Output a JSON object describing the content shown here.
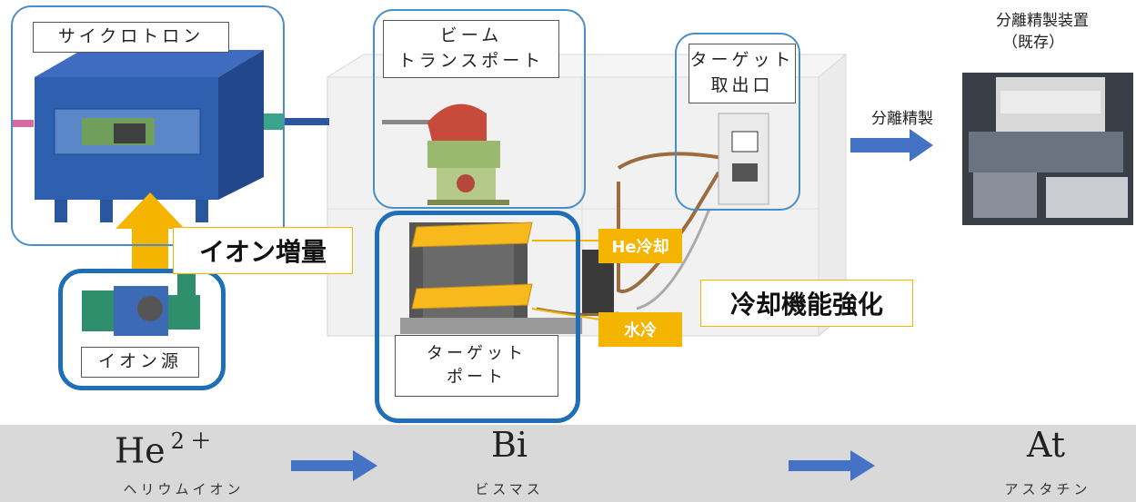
{
  "components": {
    "cyclotron": "サイクロトロン",
    "beam_transport": "ビーム\nトランスポート",
    "target_outlet": "ターゲット\n取出口",
    "ion_source": "イオン源",
    "target_port": "ターゲット\nポート"
  },
  "enhancements": {
    "ion_increase": "イオン増量",
    "he_cooling": "He冷却",
    "water_cooling": "水冷",
    "cooling_enhancement": "冷却機能強化"
  },
  "separation": {
    "process_label": "分離精製",
    "device_title": "分離精製装置",
    "device_note": "（既存）"
  },
  "reaction": {
    "projectile_symbol": "He",
    "projectile_charge": "2＋",
    "projectile_name": "ヘリウムイオン",
    "target_symbol": "Bi",
    "target_name": "ビスマス",
    "product_symbol": "At",
    "product_name": "アスタチン"
  },
  "colors": {
    "region_border": "#1e6fb8",
    "highlight_gold": "#f4b400",
    "arrow_blue": "#4472c4",
    "band_gray": "#d9d9d9"
  }
}
